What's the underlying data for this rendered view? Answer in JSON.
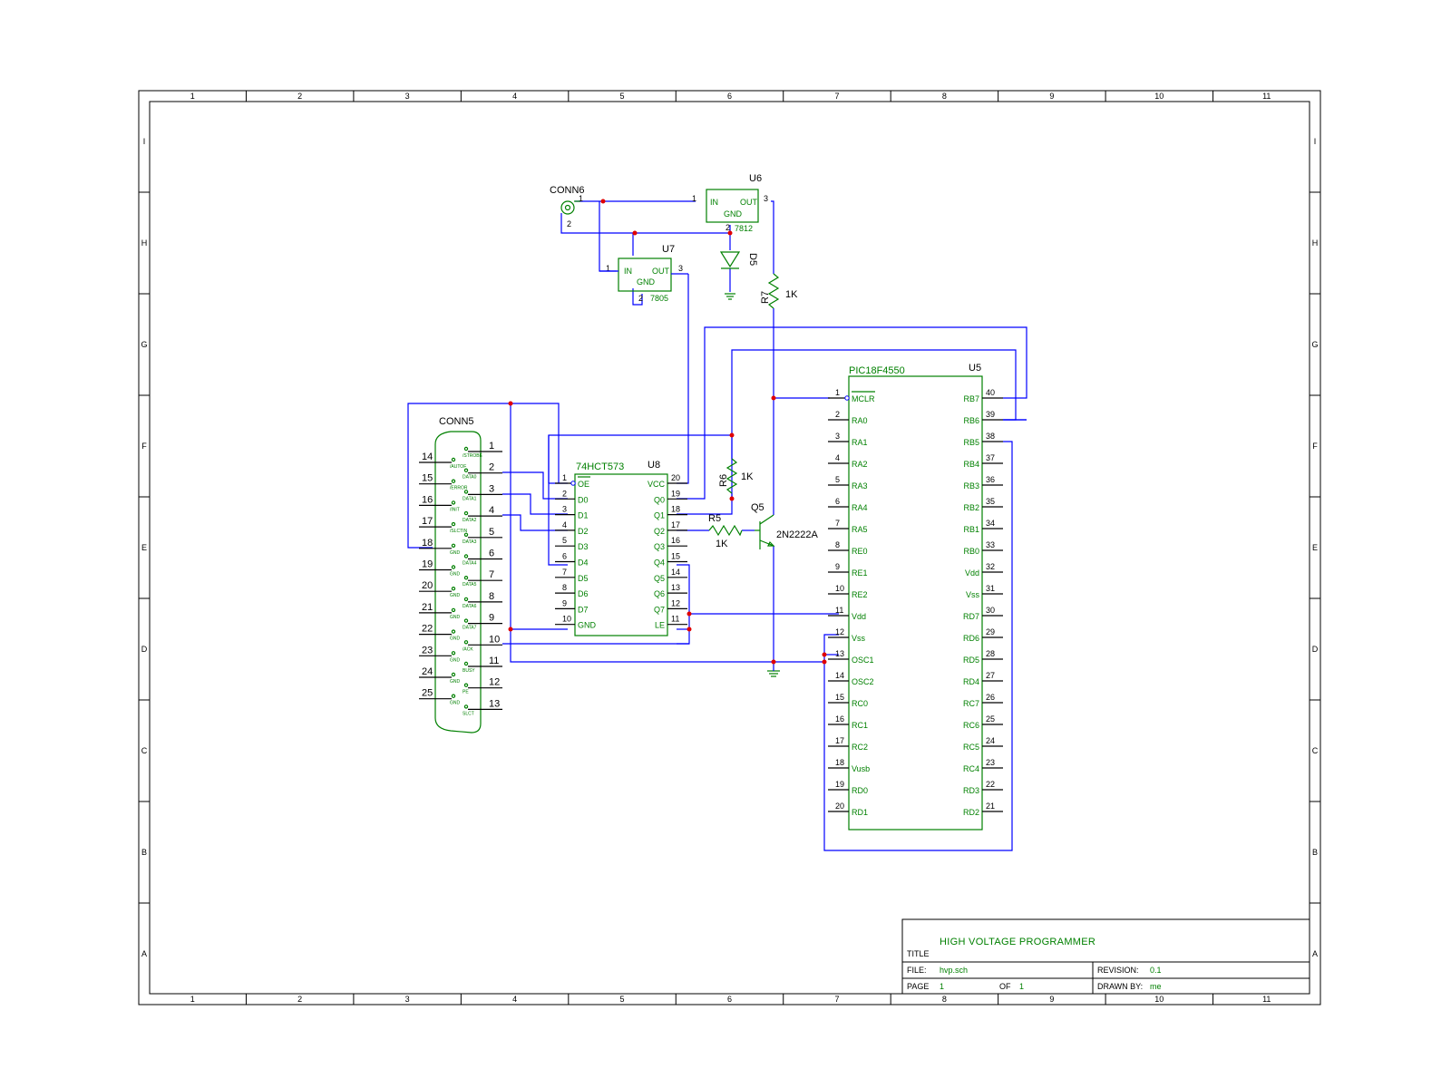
{
  "title_block": {
    "title_label": "TITLE",
    "title": "HIGH VOLTAGE PROGRAMMER",
    "file_label": "FILE:",
    "file": "hvp.sch",
    "revision_label": "REVISION:",
    "revision": "0.1",
    "page_label": "PAGE",
    "page": "1",
    "of_label": "OF",
    "of": "1",
    "drawn_by_label": "DRAWN BY:",
    "drawn_by": "me"
  },
  "border": {
    "columns": [
      "1",
      "2",
      "3",
      "4",
      "5",
      "6",
      "7",
      "8",
      "9",
      "10",
      "11"
    ],
    "rows": [
      "I",
      "H",
      "G",
      "F",
      "E",
      "D",
      "C",
      "B",
      "A"
    ]
  },
  "components": {
    "conn6": {
      "ref": "CONN6",
      "pin1": "1",
      "pin2": "2"
    },
    "u6": {
      "ref": "U6",
      "value": "7812",
      "in": "IN",
      "out": "OUT",
      "gnd": "GND",
      "pin_in": "1",
      "pin_out": "3",
      "pin_gnd": "2"
    },
    "u7": {
      "ref": "U7",
      "value": "7805",
      "in": "IN",
      "out": "OUT",
      "gnd": "GND",
      "pin_in": "1",
      "pin_out": "3",
      "pin_gnd": "2"
    },
    "d5": {
      "ref": "D5"
    },
    "r7": {
      "ref": "R7",
      "value": "1K"
    },
    "r6": {
      "ref": "R6",
      "value": "1K"
    },
    "r5": {
      "ref": "R5",
      "value": "1K"
    },
    "q5": {
      "ref": "Q5",
      "value": "2N2222A"
    },
    "conn5": {
      "ref": "CONN5",
      "top_pins": [
        "1",
        "2",
        "3",
        "4",
        "5",
        "6",
        "7",
        "8",
        "9",
        "10",
        "11",
        "12",
        "13"
      ],
      "bottom_pins": [
        "14",
        "15",
        "16",
        "17",
        "18",
        "19",
        "20",
        "21",
        "22",
        "23",
        "24",
        "25"
      ],
      "top_signals": [
        "/STROBE",
        "DATA0",
        "DATA1",
        "DATA2",
        "DATA3",
        "DATA4",
        "DATA5",
        "DATA6",
        "DATA7",
        "/ACK",
        "BUSY",
        "PE",
        "SLCT"
      ],
      "bottom_signals": [
        "/AUTOF",
        "/ERROR",
        "/INIT",
        "/SLCTIN",
        "GND",
        "GND",
        "GND",
        "GND",
        "GND",
        "GND",
        "GND",
        "GND"
      ]
    },
    "u8": {
      "ref": "U8",
      "value": "74HCT573",
      "left_names": [
        "OE",
        "D0",
        "D1",
        "D2",
        "D3",
        "D4",
        "D5",
        "D6",
        "D7",
        "GND"
      ],
      "left_nums": [
        "1",
        "2",
        "3",
        "4",
        "5",
        "6",
        "7",
        "8",
        "9",
        "10"
      ],
      "right_names": [
        "VCC",
        "Q0",
        "Q1",
        "Q2",
        "Q3",
        "Q4",
        "Q5",
        "Q6",
        "Q7",
        "LE"
      ],
      "right_nums": [
        "20",
        "19",
        "18",
        "17",
        "16",
        "15",
        "14",
        "13",
        "12",
        "11"
      ]
    },
    "u5": {
      "ref": "U5",
      "value": "PIC18F4550",
      "left_names": [
        "MCLR",
        "RA0",
        "RA1",
        "RA2",
        "RA3",
        "RA4",
        "RA5",
        "RE0",
        "RE1",
        "RE2",
        "Vdd",
        "Vss",
        "OSC1",
        "OSC2",
        "RC0",
        "RC1",
        "RC2",
        "Vusb",
        "RD0",
        "RD1"
      ],
      "left_nums": [
        "1",
        "2",
        "3",
        "4",
        "5",
        "6",
        "7",
        "8",
        "9",
        "10",
        "11",
        "12",
        "13",
        "14",
        "15",
        "16",
        "17",
        "18",
        "19",
        "20"
      ],
      "right_names": [
        "RB7",
        "RB6",
        "RB5",
        "RB4",
        "RB3",
        "RB2",
        "RB1",
        "RB0",
        "Vdd",
        "Vss",
        "RD7",
        "RD6",
        "RD5",
        "RD4",
        "RC7",
        "RC6",
        "RC5",
        "RC4",
        "RD3",
        "RD2"
      ],
      "right_nums": [
        "40",
        "39",
        "38",
        "37",
        "36",
        "35",
        "34",
        "33",
        "32",
        "31",
        "30",
        "29",
        "28",
        "27",
        "26",
        "25",
        "24",
        "23",
        "22",
        "21"
      ]
    }
  }
}
